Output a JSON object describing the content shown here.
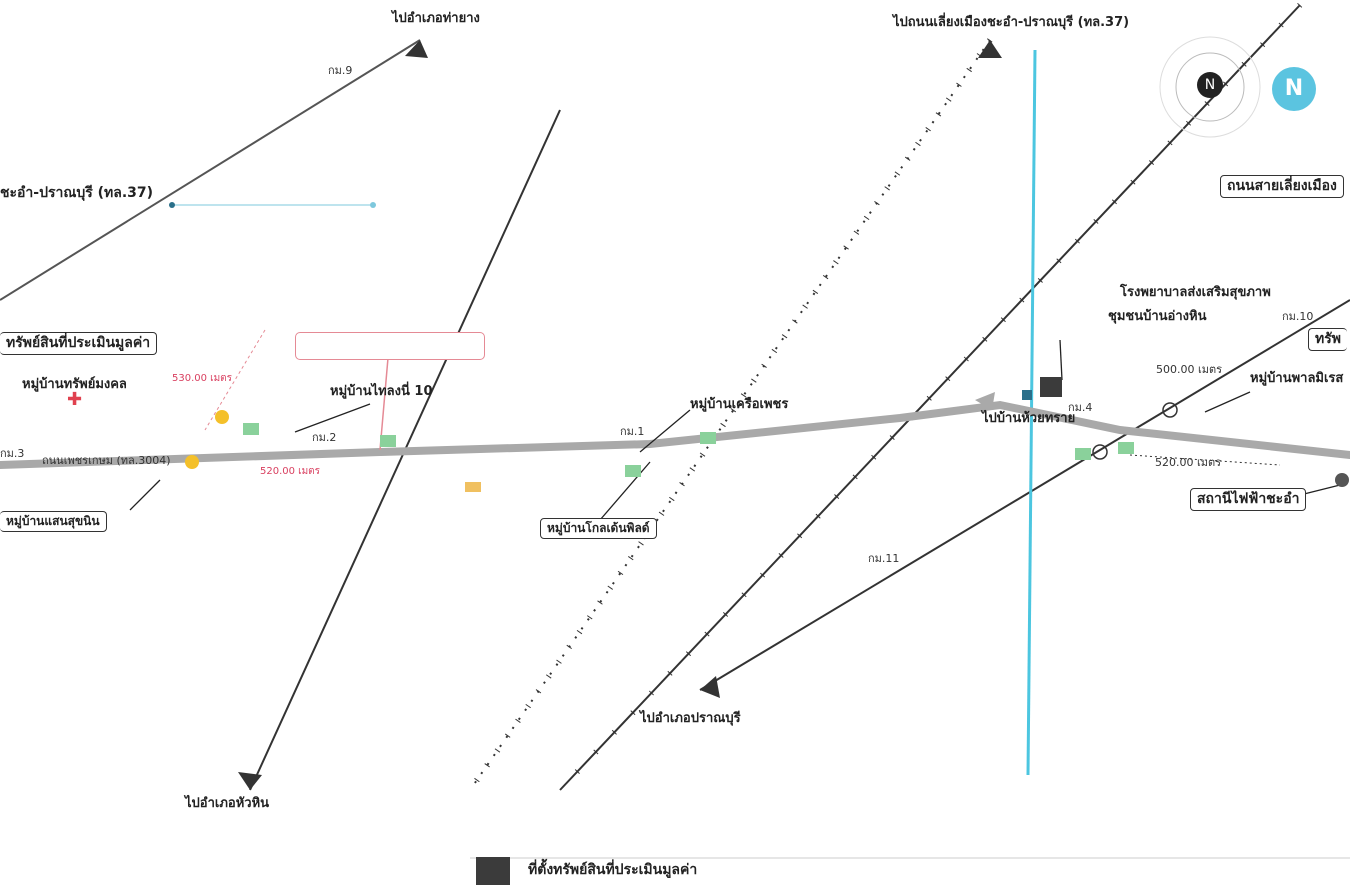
{
  "map": {
    "direction_labels": {
      "to_tha_yang": "ไปอำเภอท่ายาง",
      "to_cha_am_pranburi_bypass_top": "ไปถนนเลี่ยงเมืองชะอำ-ปราณบุรี (ทล.37)",
      "to_pranburi": "ไปอำเภอปราณบุรี",
      "to_hua_hin": "ไปอำเภอหัวหิน",
      "to_ban_huai_sai": "ไปบ้านห้วยทราย"
    },
    "road_labels": {
      "cha_am_pranburi_bypass_left": "ชะอำ-ปราณบุรี (ทล.37)",
      "petchkasem": "ถนนเพชรเกษม (ทล.3004)",
      "bypass_right": "ถนนสายเลี่ยงเมือง"
    },
    "boxed_labels": {
      "valued_property_left": "ทรัพย์สินที่ประเมินมูลค่า",
      "valued_property_right": "ทรัพ",
      "village_khao_sam_mongkol": "หมู่บ้านทรัพย์มงคล",
      "village_saen_suk": "หมู่บ้านแสนสุขนิน",
      "village_rachadi_10": "หมู่บ้านไทลงนี่ 10",
      "village_kaew_phet": "หมู่บ้านเครือเพชร",
      "village_klang_sawat": "หมู่บ้านโกลเด้นพิลด์",
      "hospital_line1": "โรงพยาบาลส่งเสริมสุขภาพ",
      "hospital_line2": "ชุมชนบ้านอ่างหิน",
      "village_right": "หมู่บ้านพาลมิเรส",
      "power_station": "สถานีไฟฟ้าชะอำ"
    },
    "km_labels": {
      "km9": "กม.9",
      "km3": "กม.3",
      "km2": "กม.2",
      "km1": "กม.1",
      "km4": "กม.4",
      "km10": "กม.10",
      "km11": "กม.11"
    },
    "distance_labels": {
      "d530": "530.00 เมตร",
      "d520_left": "520.00 เมตร",
      "d500": "500.00 เมตร",
      "d520_right": "520.00 เมตร"
    },
    "compass_letter": "N",
    "north_letter": "N"
  },
  "legend": {
    "label": "ที่ตั้งทรัพย์สินที่ประเมินมูลค่า",
    "swatch_color": "#3b3b3b"
  },
  "colors": {
    "main_road": "#a9a9a9",
    "river": "#4cc6e0",
    "rail": "#333333",
    "pink": "#e58a95"
  }
}
